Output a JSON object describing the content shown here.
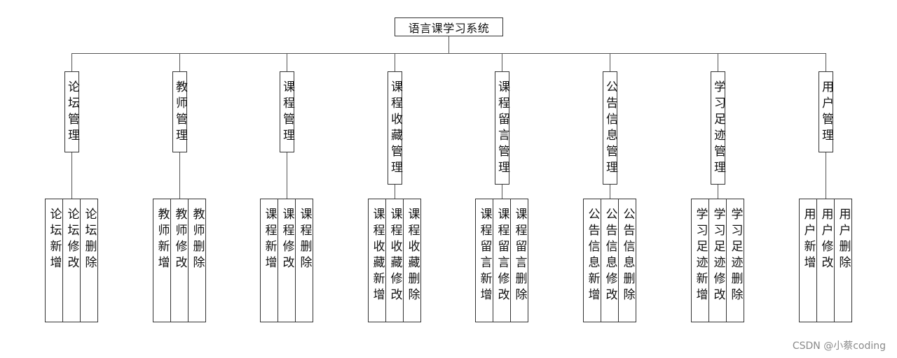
{
  "title": "语言课学习系统",
  "modules": [
    {
      "label": "论坛管理",
      "leaves": [
        "论坛新增",
        "论坛修改",
        "论坛删除"
      ]
    },
    {
      "label": "教师管理",
      "leaves": [
        "教师新增",
        "教师修改",
        "教师删除"
      ]
    },
    {
      "label": "课程管理",
      "leaves": [
        "课程新增",
        "课程修改",
        "课程删除"
      ]
    },
    {
      "label": "课程收藏管理",
      "leaves": [
        "课程收藏新增",
        "课程收藏修改",
        "课程收藏删除"
      ]
    },
    {
      "label": "课程留言管理",
      "leaves": [
        "课程留言新增",
        "课程留言修改",
        "课程留言删除"
      ]
    },
    {
      "label": "公告信息管理",
      "leaves": [
        "公告信息新增",
        "公告信息修改",
        "公告信息删除"
      ]
    },
    {
      "label": "学习足迹管理",
      "leaves": [
        "学习足迹新增",
        "学习足迹修改",
        "学习足迹删除"
      ]
    },
    {
      "label": "用户管理",
      "leaves": [
        "用户新增",
        "用户修改",
        "用户删除"
      ]
    }
  ],
  "watermark": "CSDN @小蔡coding"
}
